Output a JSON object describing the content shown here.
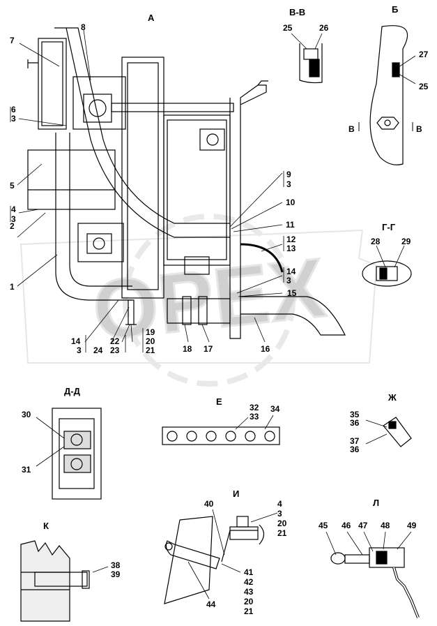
{
  "watermark": "OPEX",
  "views": {
    "A": "А",
    "VV": "В-В",
    "B": "Б",
    "GG": "Г-Г",
    "DD": "Д-Д",
    "E": "Е",
    "Zh": "Ж",
    "K": "К",
    "I": "И",
    "L": "Л"
  },
  "section_mark": "В",
  "callouts": {
    "main": [
      "1",
      "2",
      "3",
      "4",
      "5",
      "6",
      "7",
      "8",
      "9",
      "10",
      "11",
      "12",
      "13",
      "14",
      "15",
      "16",
      "17",
      "18",
      "19",
      "20",
      "21",
      "22",
      "23",
      "24"
    ],
    "vv": [
      "25",
      "26"
    ],
    "b": [
      "27",
      "25"
    ],
    "gg": [
      "28",
      "29"
    ],
    "dd": [
      "30",
      "31"
    ],
    "e": [
      "32",
      "33",
      "34"
    ],
    "zh": [
      "35",
      "36",
      "37",
      "36"
    ],
    "k": [
      "38",
      "39"
    ],
    "i": [
      "40",
      "4",
      "3",
      "20",
      "21",
      "41",
      "42",
      "43",
      "20",
      "21",
      "44"
    ],
    "l": [
      "45",
      "46",
      "47",
      "48",
      "49"
    ]
  }
}
